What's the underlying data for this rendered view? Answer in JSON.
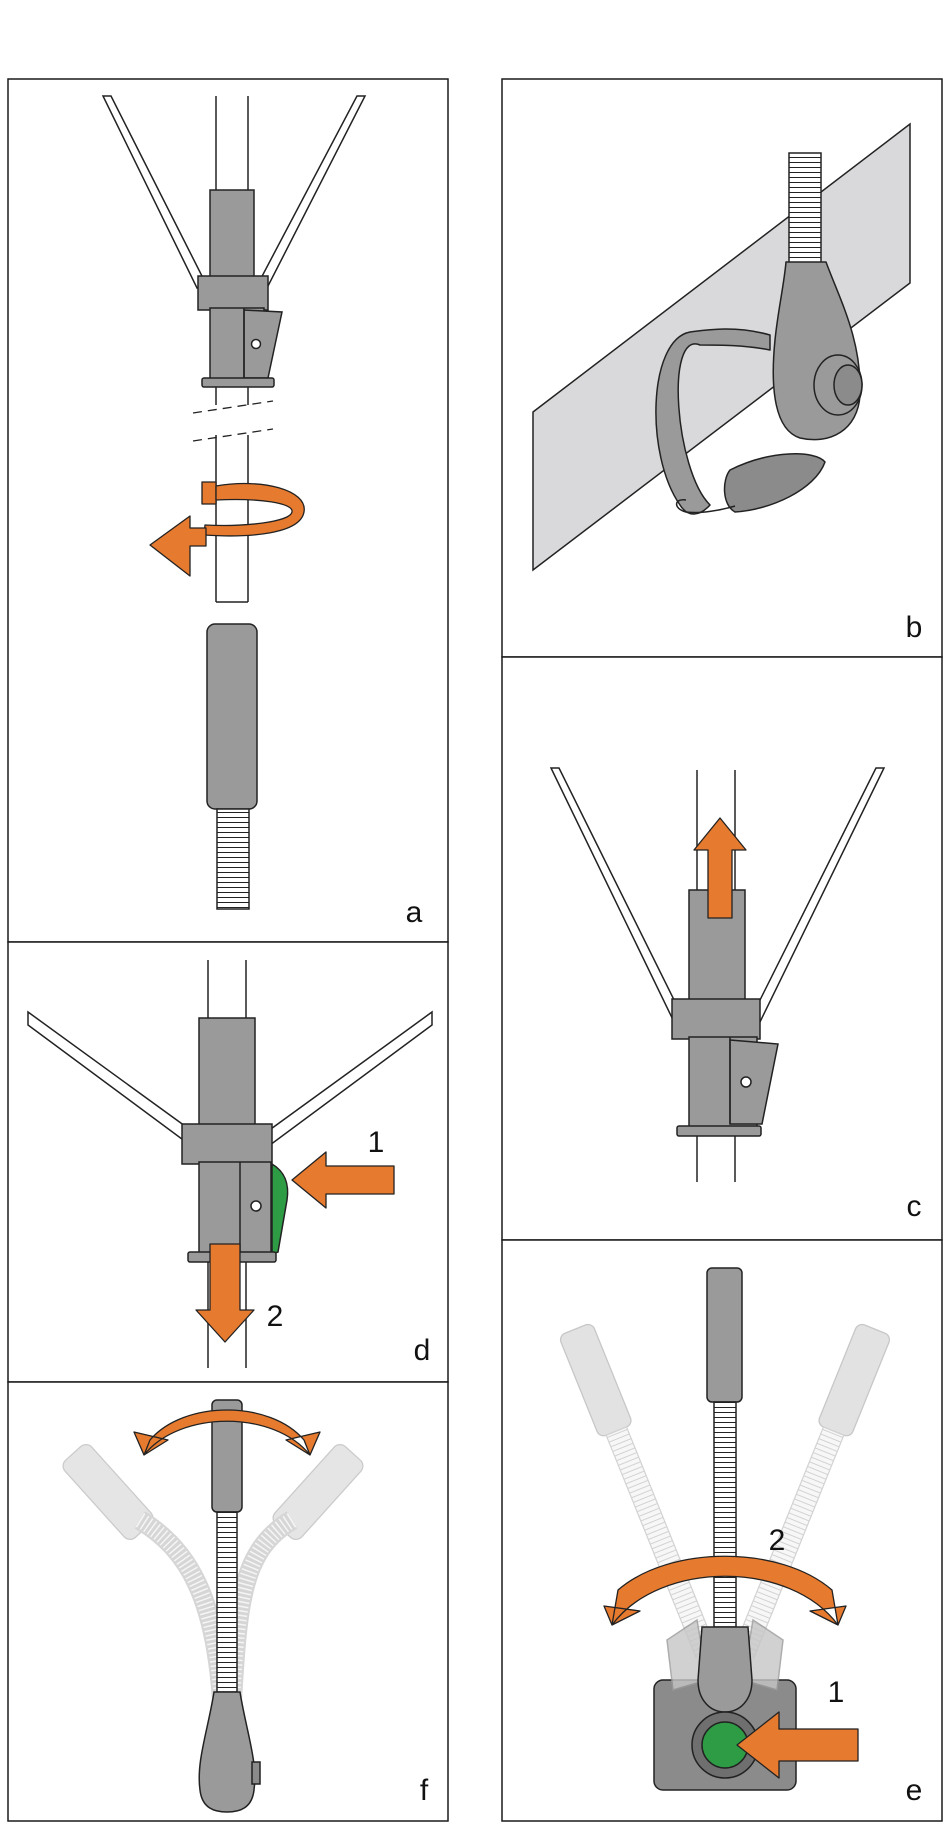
{
  "panels": [
    {
      "id": "a",
      "label": "a"
    },
    {
      "id": "b",
      "label": "b"
    },
    {
      "id": "c",
      "label": "c"
    },
    {
      "id": "d",
      "label": "d",
      "steps": [
        "1",
        "2"
      ]
    },
    {
      "id": "e",
      "label": "e",
      "steps": [
        "1",
        "2"
      ]
    },
    {
      "id": "f",
      "label": "f"
    }
  ],
  "colors": {
    "arrow": "#E67A2E",
    "button": "#2E9B45",
    "part": "#9A9A9A",
    "part_dark": "#8B8B8B",
    "ghost": "#D4D4D4",
    "rail": "#D9D9DB",
    "line": "#1A1A1A"
  },
  "icons": [
    "rotate-arrow-icon",
    "up-arrow-icon",
    "press-arrow-icon",
    "down-arrow-icon",
    "swing-arrow-icon"
  ]
}
